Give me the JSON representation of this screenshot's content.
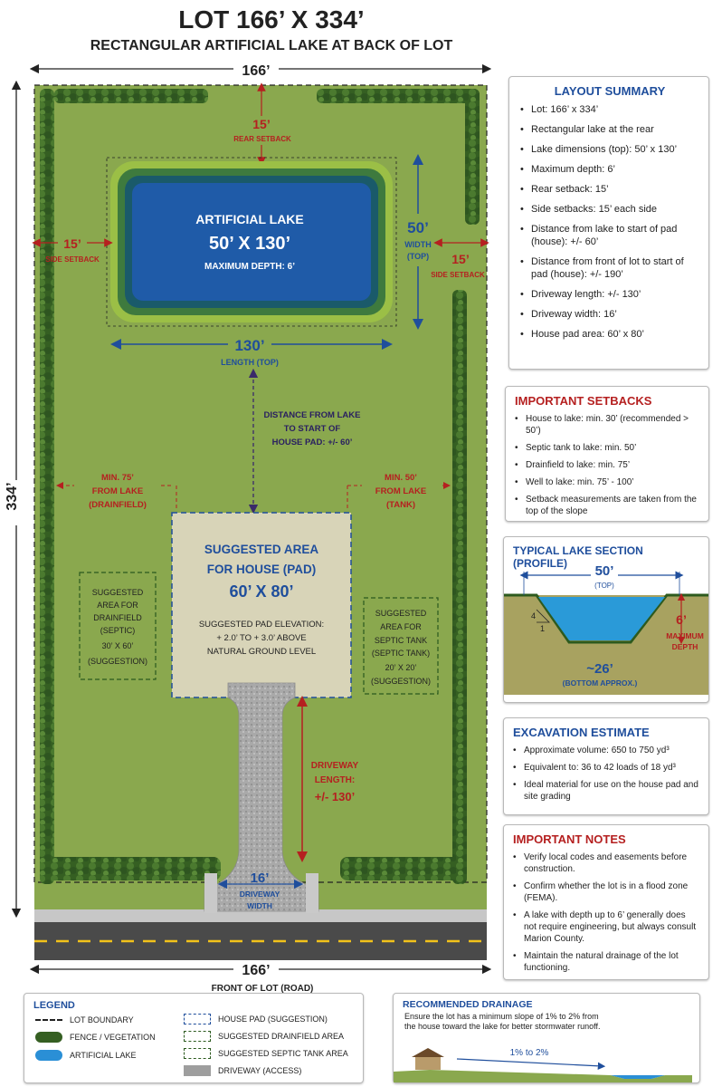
{
  "header": {
    "title": "LOT 166’ X 334’",
    "subtitle": "RECTANGULAR ARTIFICIAL LAKE AT BACK OF LOT"
  },
  "plan": {
    "top_width": "166’",
    "height": "334’",
    "bottom_width": "166’",
    "front_label": "FRONT OF LOT (ROAD)",
    "rear_setback_value": "15’",
    "rear_setback_label": "REAR SETBACK",
    "side_setback_left_value": "15’",
    "side_setback_left_label": "SIDE SETBACK",
    "side_setback_right_value": "15’",
    "side_setback_right_label": "SIDE SETBACK",
    "lake_title": "ARTIFICIAL LAKE",
    "lake_dims": "50’ X 130’",
    "lake_depth": "MAXIMUM DEPTH: 6’",
    "lake_width_value": "50’",
    "lake_width_label_1": "WIDTH",
    "lake_width_label_2": "(TOP)",
    "lake_length_value": "130’",
    "lake_length_label": "LENGTH (TOP)",
    "distance_label_1": "DISTANCE FROM LAKE",
    "distance_label_2": "TO START OF",
    "distance_label_3": "HOUSE PAD: +/- 60’",
    "drainfield_min_1": "MIN. 75’",
    "drainfield_min_2": "FROM LAKE",
    "drainfield_min_3": "(DRAINFIELD)",
    "tank_min_1": "MIN. 50’",
    "tank_min_2": "FROM LAKE",
    "tank_min_3": "(TANK)",
    "house_title_1": "SUGGESTED AREA",
    "house_title_2": "FOR HOUSE (PAD)",
    "house_dims": "60’ X 80’",
    "house_elev_1": "SUGGESTED PAD ELEVATION:",
    "house_elev_2": "+ 2.0’ TO + 3.0’ ABOVE",
    "house_elev_3": "NATURAL GROUND LEVEL",
    "drainfield_1": "SUGGESTED",
    "drainfield_2": "AREA FOR",
    "drainfield_3": "DRAINFIELD",
    "drainfield_4": "(SEPTIC)",
    "drainfield_5": "30’ X 60’",
    "drainfield_6": "(SUGGESTION)",
    "septic_1": "SUGGESTED",
    "septic_2": "AREA FOR",
    "septic_3": "SEPTIC TANK",
    "septic_4": "(SEPTIC TANK)",
    "septic_5": "20’ X 20’",
    "septic_6": "(SUGGESTION)",
    "driveway_len_1": "DRIVEWAY",
    "driveway_len_2": "LENGTH:",
    "driveway_len_3": "+/- 130’",
    "driveway_width_value": "16’",
    "driveway_width_label_1": "DRIVEWAY",
    "driveway_width_label_2": "WIDTH"
  },
  "layout_summary": {
    "title": "LAYOUT SUMMARY",
    "items": [
      "Lot: 166’ x 334’",
      "Rectangular lake at the rear",
      "Lake dimensions (top): 50’ x 130’",
      "Maximum depth: 6’",
      "Rear setback: 15’",
      "Side setbacks: 15’ each side",
      "Distance from lake to start of pad (house): +/- 60’",
      "Distance from front of lot to start of pad (house): +/- 190’",
      "Driveway length: +/- 130’",
      "Driveway width: 16’",
      "House pad area: 60’ x 80’"
    ]
  },
  "important_setbacks": {
    "title": "IMPORTANT SETBACKS",
    "items": [
      "House to lake: min. 30’ (recommended > 50’)",
      "Septic tank to lake: min. 50’",
      "Drainfield to lake: min. 75’",
      "Well to lake: min. 75’ - 100’",
      "Setback measurements are taken from the top of the slope"
    ]
  },
  "lake_section": {
    "title": "TYPICAL LAKE SECTION (PROFILE)",
    "top_value": "50’",
    "top_label": "(TOP)",
    "depth_value": "6’",
    "depth_label_1": "MAXIMUM",
    "depth_label_2": "DEPTH",
    "slope_rise": "4",
    "slope_run": "1",
    "bottom_value": "~26’",
    "bottom_label": "(BOTTOM APPROX.)"
  },
  "excavation": {
    "title": "EXCAVATION ESTIMATE",
    "items": [
      "Approximate volume: 650 to 750 yd³",
      "Equivalent to: 36 to 42 loads of 18 yd³",
      "Ideal material for use on the house pad and site grading"
    ]
  },
  "notes": {
    "title": "IMPORTANT NOTES",
    "items": [
      "Verify local codes and easements before construction.",
      "Confirm whether the lot is in a flood zone (FEMA).",
      "A lake with depth up to 6’ generally does not require engineering, but always consult Marion County.",
      "Maintain the natural drainage of the lot functioning."
    ]
  },
  "legend": {
    "title": "LEGEND",
    "lot_boundary": "LOT BOUNDARY",
    "fence": "FENCE / VEGETATION",
    "lake": "ARTIFICIAL LAKE",
    "house_pad": "HOUSE PAD (SUGGESTION)",
    "drainfield": "SUGGESTED DRAINFIELD AREA",
    "septic": "SUGGESTED SEPTIC TANK AREA",
    "driveway": "DRIVEWAY (ACCESS)"
  },
  "drainage": {
    "title": "RECOMMENDED DRAINAGE",
    "text": "Ensure the lot has a minimum slope of 1% to 2% from the house toward the lake for better stormwater runoff.",
    "slope": "1% to 2%"
  },
  "colors": {
    "grass": "#8aa84e",
    "lake": "#2a6fb8",
    "hedge": "#3d6a2a",
    "title_blue": "#1f4e9c",
    "title_red": "#b52020"
  }
}
